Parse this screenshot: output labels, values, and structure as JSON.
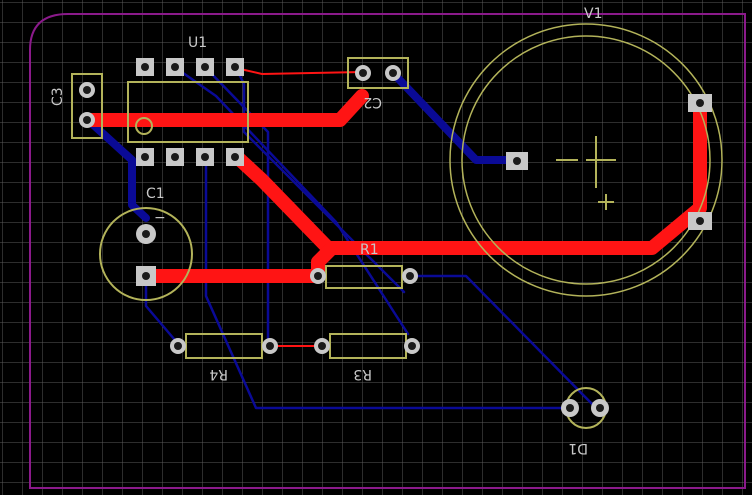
{
  "components": {
    "u1": {
      "ref": "U1"
    },
    "v1": {
      "ref": "V1",
      "minus": "−",
      "plus": "+"
    },
    "c1": {
      "ref": "C1",
      "minus": "−"
    },
    "c2": {
      "ref": "C2"
    },
    "c3": {
      "ref": "C3"
    },
    "r1": {
      "ref": "R1"
    },
    "r3": {
      "ref": "R3"
    },
    "r4": {
      "ref": "R4"
    },
    "d1": {
      "ref": "D1"
    }
  },
  "colors": {
    "grid": "#5a5a5a",
    "outline": "#8b1a8b",
    "top_copper": "#ff1414",
    "bottom_copper": "#0a0a96",
    "silkscreen": "#b3b35a",
    "pad": "#c8c8c8",
    "label": "#c8c8c8"
  }
}
